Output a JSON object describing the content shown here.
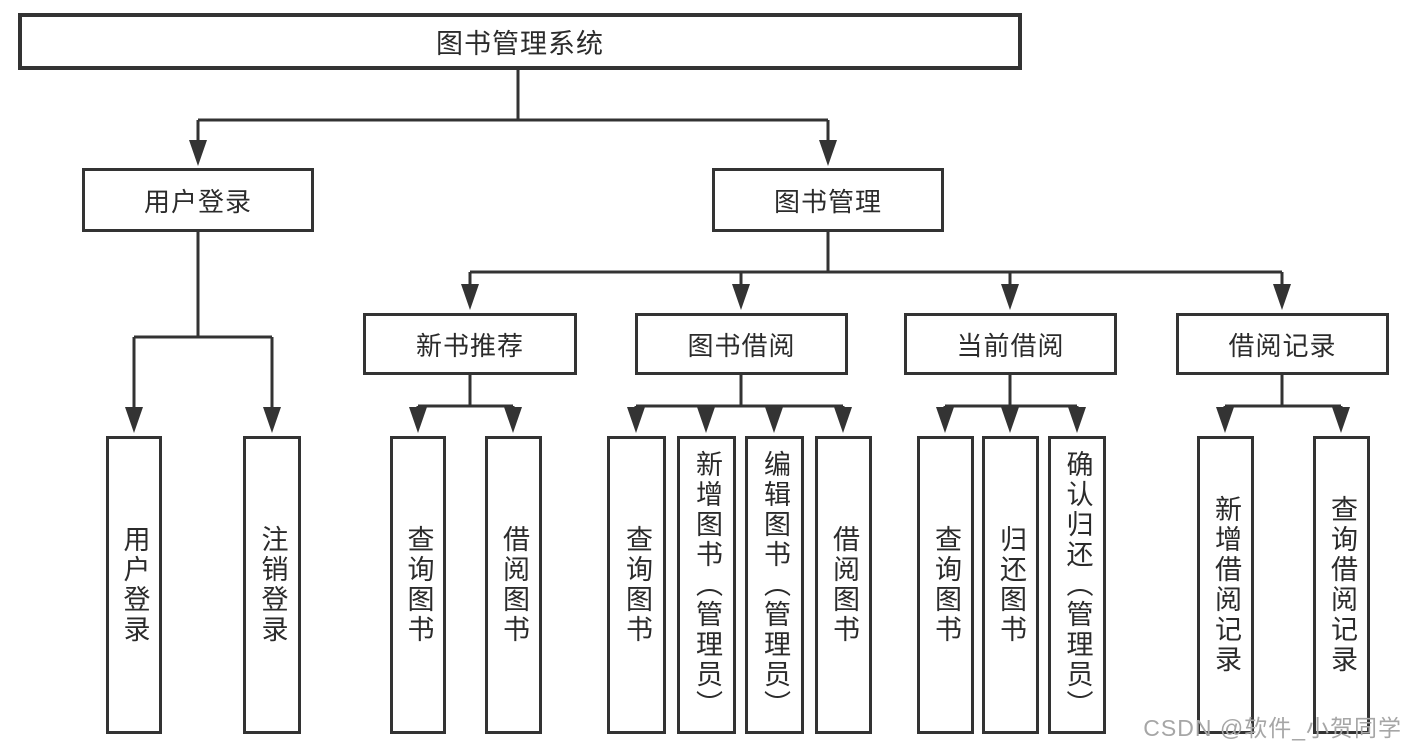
{
  "diagram": {
    "tree": {
      "label": "图书管理系统",
      "children": [
        {
          "label": "用户登录",
          "children": [
            {
              "label": "用户登录"
            },
            {
              "label": "注销登录"
            }
          ]
        },
        {
          "label": "图书管理",
          "children": [
            {
              "label": "新书推荐",
              "children": [
                {
                  "label": "查询图书"
                },
                {
                  "label": "借阅图书"
                }
              ]
            },
            {
              "label": "图书借阅",
              "children": [
                {
                  "label": "查询图书"
                },
                {
                  "label": "新增图书（管理员）"
                },
                {
                  "label": "编辑图书（管理员）"
                },
                {
                  "label": "借阅图书"
                }
              ]
            },
            {
              "label": "当前借阅",
              "children": [
                {
                  "label": "查询图书"
                },
                {
                  "label": "归还图书"
                },
                {
                  "label": "确认归还（管理员）"
                }
              ]
            },
            {
              "label": "借阅记录",
              "children": [
                {
                  "label": "新增借阅记录"
                },
                {
                  "label": "查询借阅记录"
                }
              ]
            }
          ]
        }
      ]
    }
  },
  "watermark": {
    "text": "CSDN @软件_小贺同学"
  },
  "colors": {
    "line": "#333333",
    "text": "#2b2b2b",
    "watermark": "#a6a6a6",
    "background": "#ffffff"
  }
}
